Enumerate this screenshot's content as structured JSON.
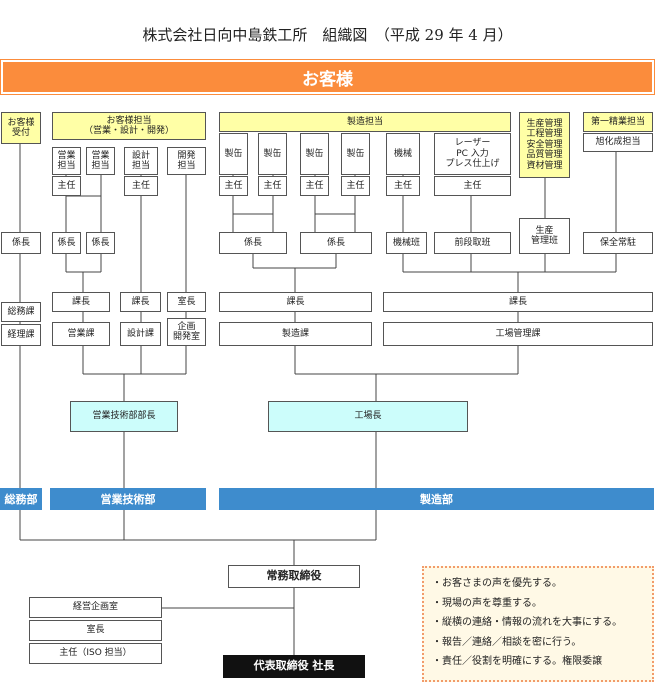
{
  "title": "株式会社日向中島鉄工所　組織図　（平成 29 年 4 月）",
  "customer_banner": "お客様",
  "boxes": {
    "customer_reception": "お客様\n受付",
    "customer_contact": "お客様担当\n（営業・設計・開発）",
    "sales_1": "営業\n担当",
    "sales_2": "営業\n担当",
    "design": "設計\n担当",
    "development": "開発\n担当",
    "manufacturing_contact": "製造担当",
    "can_1": "製缶",
    "can_2": "製缶",
    "can_3": "製缶",
    "can_4": "製缶",
    "machine": "機械",
    "laser": "レーザー\nPC 入力\nプレス仕上げ",
    "production_mgmt": "生産管理\n工程管理\n安全管理\n品質管理\n資材管理",
    "hamon_lead": "第一精業担当",
    "asahi_lead": "旭化成担当",
    "chief_sales_1": "主任",
    "chief_design": "主任",
    "chief_can_1": "主任",
    "chief_can_2": "主任",
    "chief_can_3": "主任",
    "chief_can_4": "主任",
    "chief_machine": "主任",
    "chief_laser": "主任",
    "kakaricho_general": "係長",
    "kakaricho_sales_1": "係長",
    "kakaricho_sales_2": "係長",
    "kakaricho_can_a": "係長",
    "kakaricho_can_b": "係長",
    "machine_team": "機械班",
    "pre_process_team": "前段取班",
    "production_mgmt_team": "生産\n管理班",
    "maintenance_resident": "保全常駐",
    "general_affairs": "総務課",
    "accounting": "経理課",
    "manager_sales": "課長",
    "manager_design": "課長",
    "office_head_dev": "室長",
    "manager_manufacturing": "課長",
    "manager_factory_mgmt": "課長",
    "sales_section": "営業課",
    "design_section": "設計課",
    "planning_dev_office": "企画\n開発室",
    "manufacturing_section": "製造課",
    "factory_mgmt_section": "工場管理課",
    "sales_tech_director": "営業技術部部長",
    "factory_director": "工場長",
    "managing_director": "常務取締役",
    "mgmt_planning_office": "経営企画室",
    "office_head": "室長",
    "chief_iso": "主任（ISO 担当）",
    "president": "代表取締役 社長"
  },
  "departments": {
    "general": "総務部",
    "sales_tech": "営業技術部",
    "manufacturing": "製造部"
  },
  "policy_lines": [
    "・お客さまの声を優先する。",
    "・現場の声を尊重する。",
    "・縦横の連絡・情報の流れを大事にする。",
    "・報告／連絡／相談を密に行う。",
    "・責任／役割を明確にする。権限委譲"
  ],
  "colors": {
    "banner": "#fb8c3c",
    "yellow": "#ffffa6",
    "cyan": "#ccfdfb",
    "department": "#3e8ccd",
    "policy_border": "#f29b6a"
  }
}
